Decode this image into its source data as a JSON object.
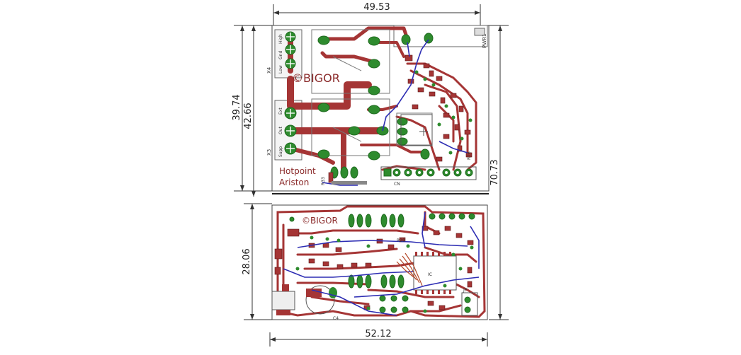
{
  "colors": {
    "copper_top": "#a53535",
    "copper_outline": "#5a1a1a",
    "pad": "#2e8b2e",
    "pad_dark": "#1f6a1f",
    "trace_bottom": "#2d2db3",
    "dimension": "#333333",
    "silkscreen": "#555555",
    "brand_text": "#8b2b2b",
    "board_edge": "#444444",
    "background": "#ffffff"
  },
  "dimensions": {
    "top_width": "49.53",
    "bottom_width": "52.12",
    "total_height": "70.73",
    "upper_board_height": "42.66",
    "upper_inner_height": "39.74",
    "lower_board_height": "28.06"
  },
  "upper_board": {
    "brand": "©BIGOR",
    "maker_line1": "Hotpoint",
    "maker_line2": "Ariston",
    "label_x4": "X4",
    "label_x3": "X3",
    "label_pwr": "PWR1",
    "label_r33": "R33",
    "label_r26": "R26",
    "label_cn": "CN",
    "terminal_labels": [
      "High",
      "Gnd",
      "Low",
      "Ext",
      "Out",
      "Supp"
    ],
    "icons": [
      "terminal-screw-icon",
      "relay-icon",
      "diode-icon"
    ]
  },
  "lower_board": {
    "brand": "©BIGOR",
    "label_c4": "C4",
    "label_r28": "R28",
    "label_jp": "JP",
    "label_ic": "IC"
  }
}
